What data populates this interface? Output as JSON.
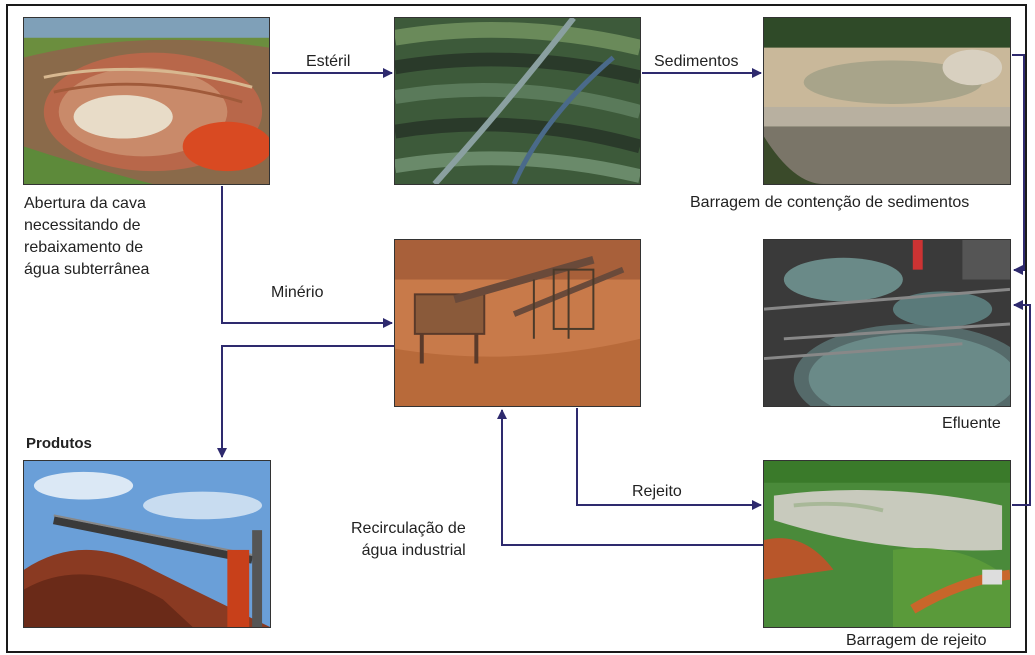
{
  "nodes": {
    "cava": {
      "caption_lines": [
        "Abertura da cava",
        "necessitando de",
        "rebaixamento de",
        "água subterrânea"
      ]
    },
    "esteril_pile": {
      "caption": ""
    },
    "sedimentos_dam": {
      "caption": "Barragem de contenção de sedimentos"
    },
    "processing_plant": {
      "caption": ""
    },
    "efluente": {
      "caption": "Efluente"
    },
    "produtos": {
      "caption": "Produtos"
    },
    "rejeito_dam": {
      "caption": "Barragem de rejeito"
    }
  },
  "flows": {
    "esteril": "Estéril",
    "sedimentos": "Sedimentos",
    "minerio": "Minério",
    "rejeito": "Rejeito",
    "recirculacao_lines": [
      "Recirculação de",
      "água industrial"
    ]
  },
  "colors": {
    "arrow": "#2e2a6e",
    "border": "#1a1a1a"
  }
}
